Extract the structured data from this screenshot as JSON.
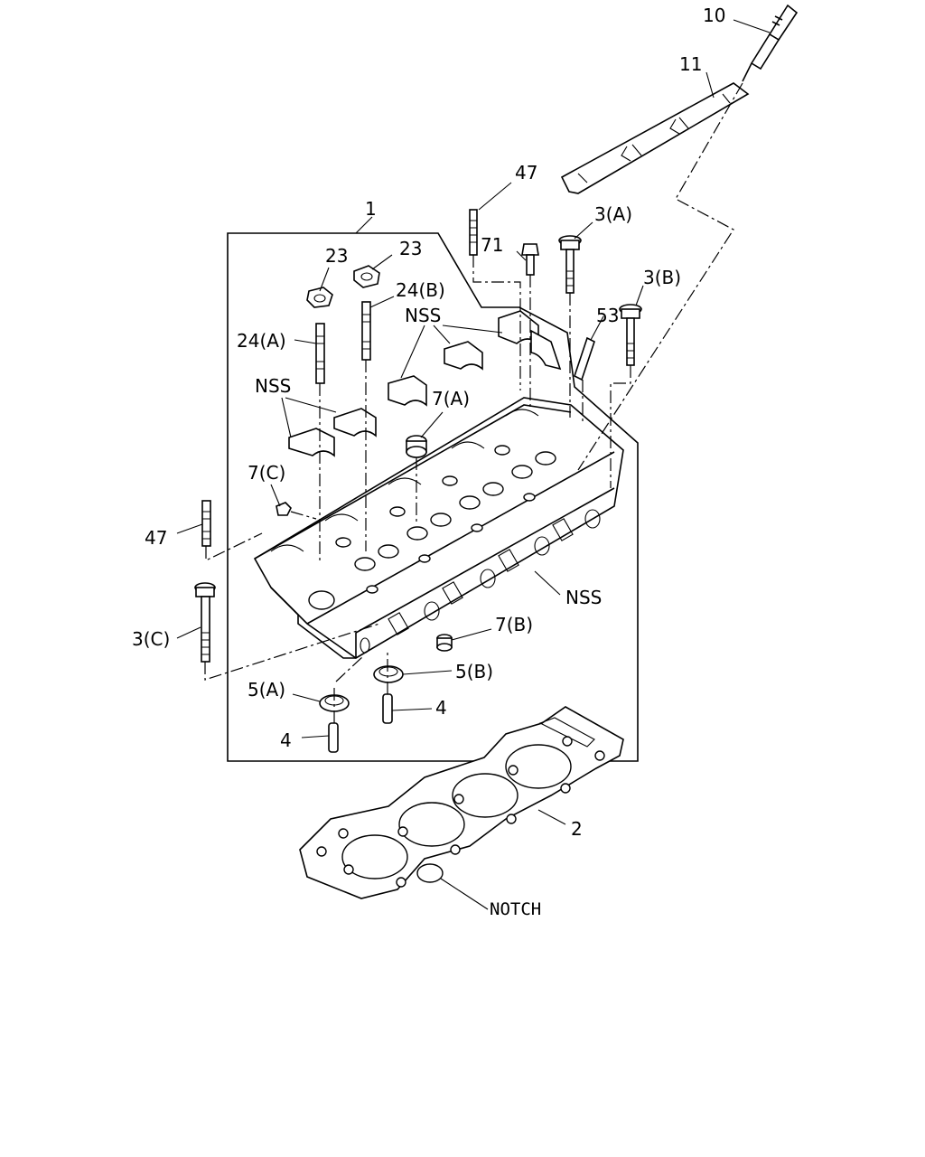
{
  "callouts": {
    "p10": "10",
    "p11": "11",
    "p47_top": "47",
    "p1": "1",
    "p3a": "3(A)",
    "p23_left": "23",
    "p23_right": "23",
    "p71": "71",
    "p24b": "24(B)",
    "p3b": "3(B)",
    "nss_top": "NSS",
    "p53": "53",
    "p24a": "24(A)",
    "nss_left": "NSS",
    "p7a": "7(A)",
    "p7c": "7(C)",
    "p47_left": "47",
    "nss_right": "NSS",
    "p3c": "3(C)",
    "p7b": "7(B)",
    "p5b": "5(B)",
    "p5a": "5(A)",
    "p4_right": "4",
    "p4_left": "4",
    "p2": "2",
    "notch": "NOTCH"
  }
}
